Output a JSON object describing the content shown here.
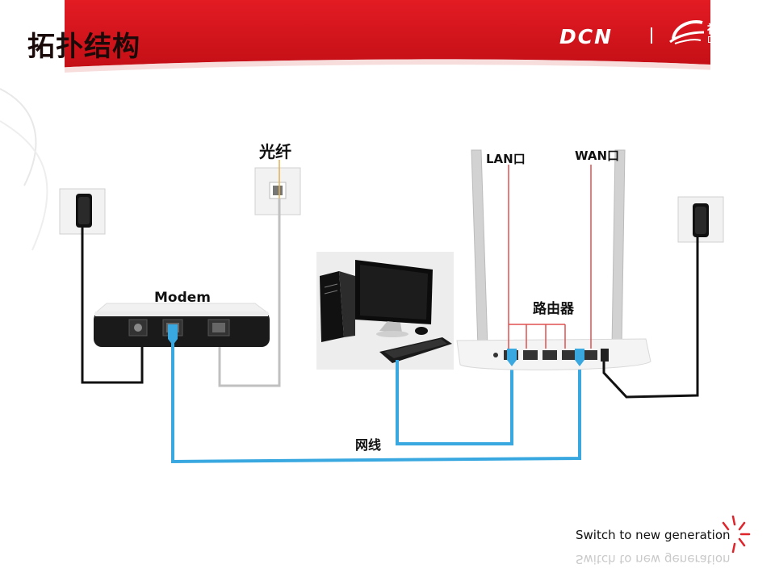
{
  "slide": {
    "title": "拓扑结构",
    "footer_tagline": "Switch to new generation"
  },
  "brand": {
    "logo_text": "DCN",
    "company_cn": "神州数码",
    "company_en": "Digital China"
  },
  "diagram": {
    "fiber_label": "光纤",
    "modem_label": "Modem",
    "router_label": "路由器",
    "lan_label": "LAN口",
    "wan_label": "WAN口",
    "cable_label": "网线"
  },
  "colors": {
    "header_red": "#d7141a",
    "cable_blue": "#3aa8e0",
    "power_cable": "#111111",
    "fiber_cable": "#c0c0c0",
    "port_marker_red": "#e05050"
  }
}
